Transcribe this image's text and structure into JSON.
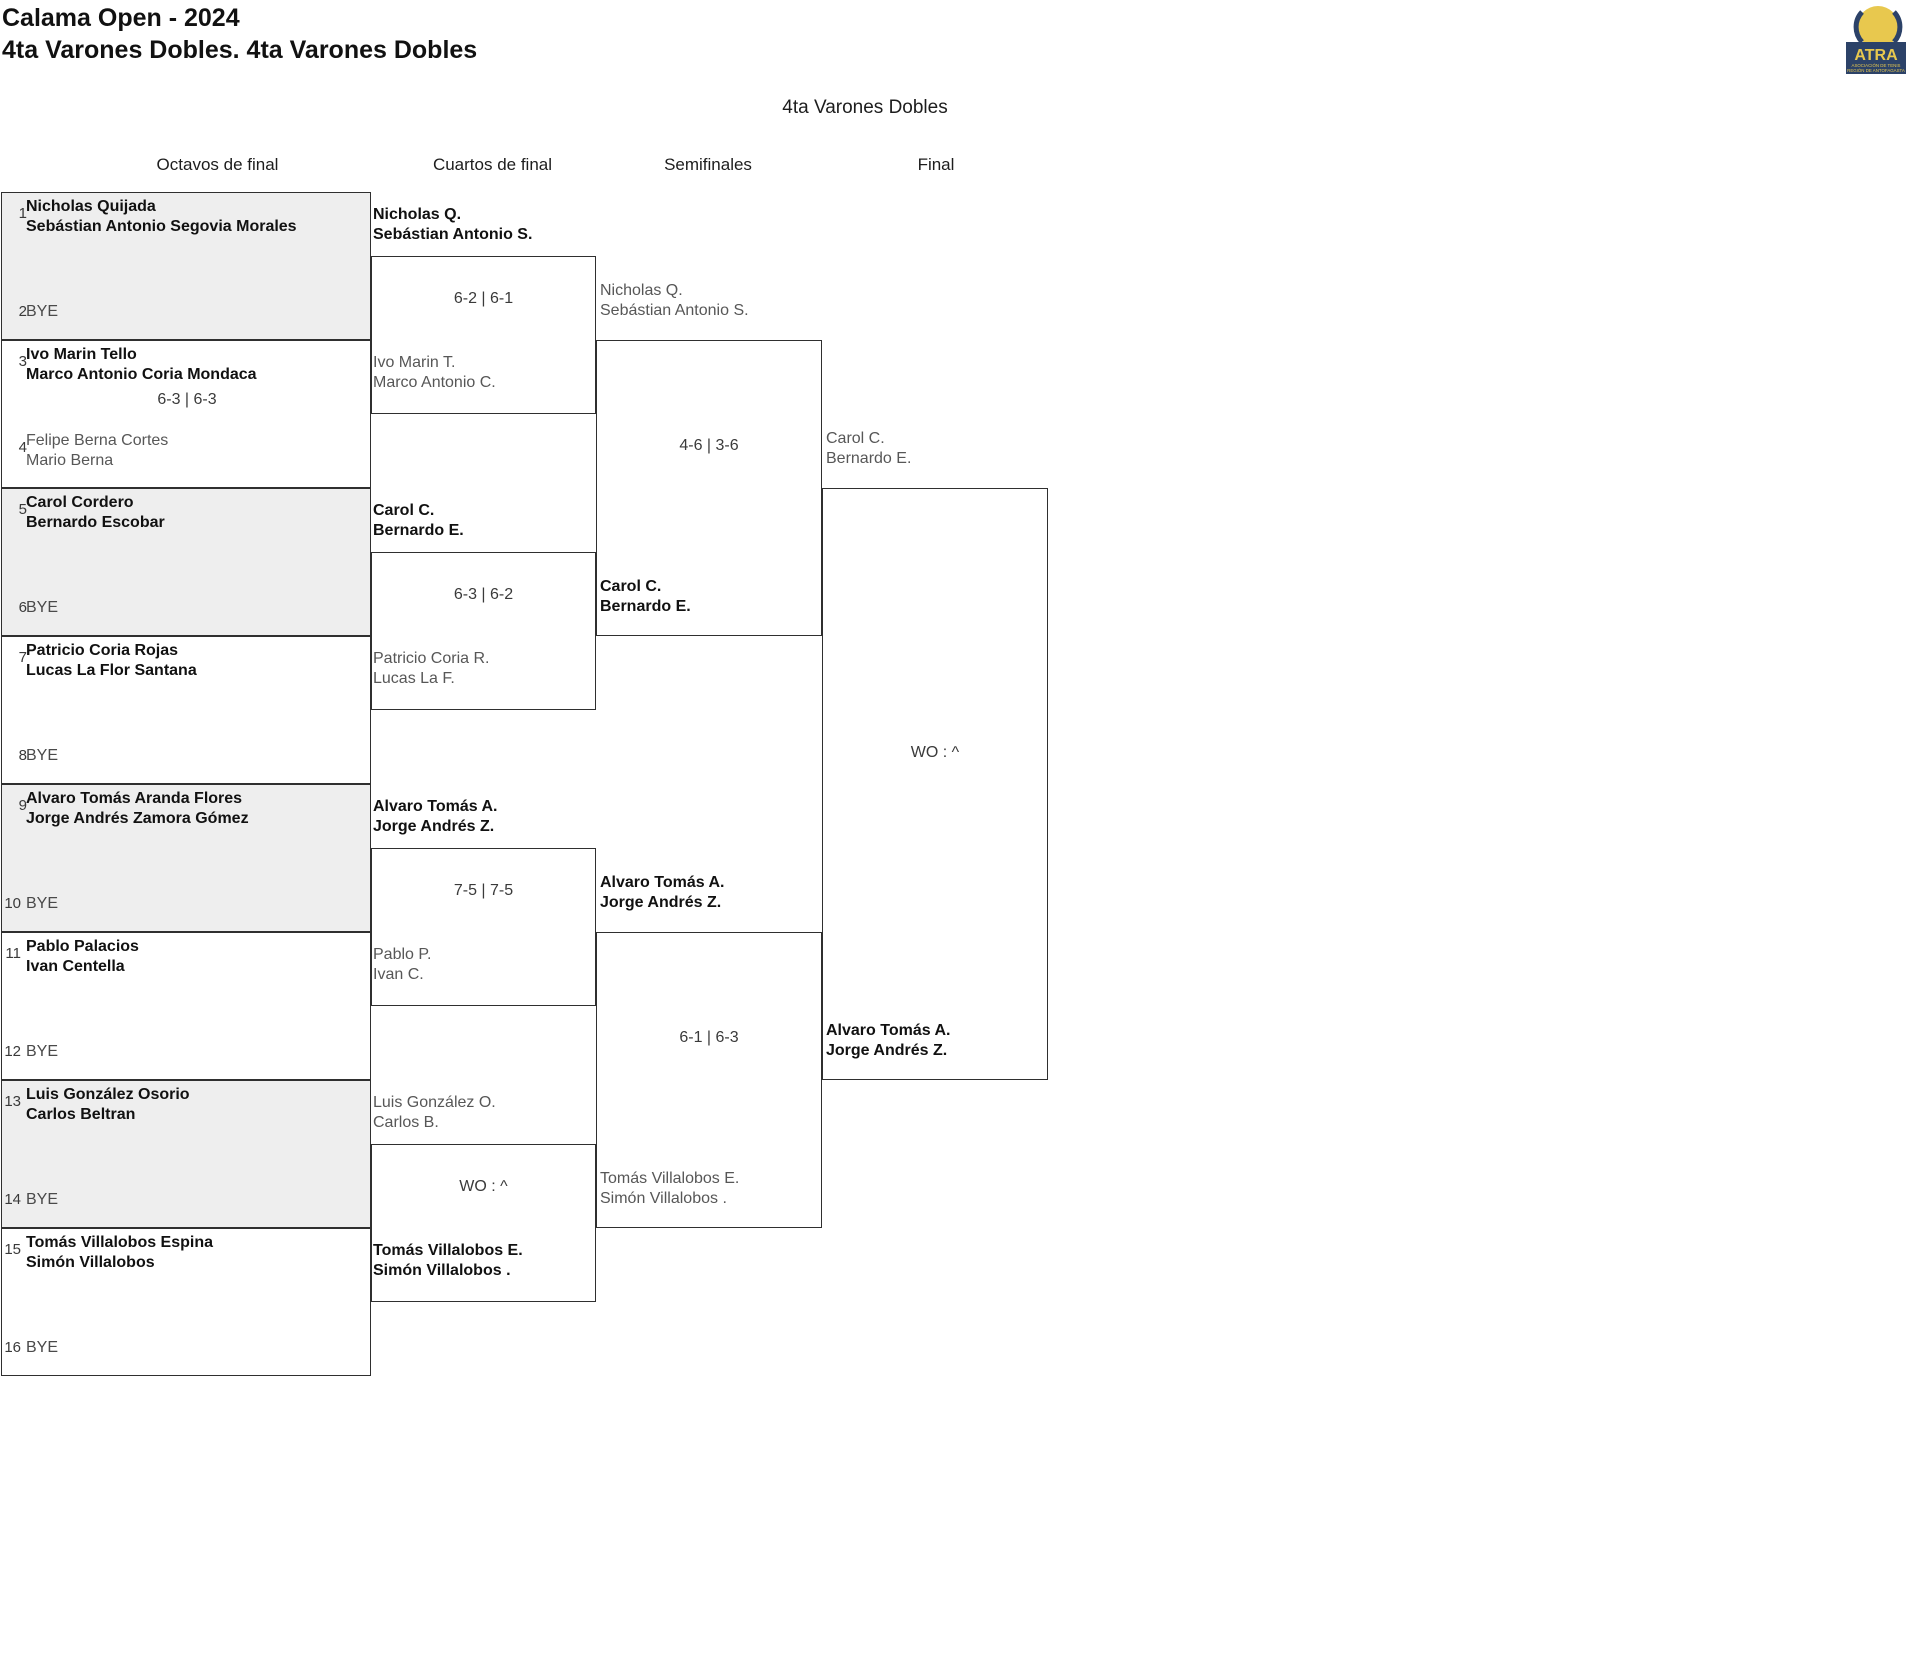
{
  "header": {
    "tournament": "Calama Open - 2024",
    "category_line": "4ta Varones Dobles. 4ta Varones Dobles",
    "draw_title": "4ta Varones Dobles",
    "logo": {
      "name": "atra-logo",
      "acronym": "ATRA",
      "line1": "ASOCIACIÓN DE TENIS",
      "line2": "REGIÓN DE ANTOFAGASTA",
      "ball_color": "#e8c84e",
      "navy_color": "#2c4268"
    }
  },
  "rounds": [
    {
      "label": "Octavos de final"
    },
    {
      "label": "Cuartos de final"
    },
    {
      "label": "Semifinales"
    },
    {
      "label": "Final"
    }
  ],
  "r16": [
    {
      "seed": "1",
      "p1": "Nicholas Quijada",
      "p2": "Sebástian Antonio Segovia Morales",
      "state": "win"
    },
    {
      "seed": "2",
      "bye": "BYE"
    },
    {
      "seed": "3",
      "p1": "Ivo Marin Tello",
      "p2": "Marco Antonio Coria Mondaca",
      "state": "win"
    },
    {
      "seed": "4",
      "p1": "Felipe Berna Cortes",
      "p2": "Mario Berna",
      "state": "lose"
    },
    {
      "seed": "5",
      "p1": "Carol Cordero",
      "p2": "Bernardo Escobar",
      "state": "win"
    },
    {
      "seed": "6",
      "bye": "BYE"
    },
    {
      "seed": "7",
      "p1": "Patricio Coria Rojas",
      "p2": "Lucas La Flor Santana",
      "state": "win"
    },
    {
      "seed": "8",
      "bye": "BYE"
    },
    {
      "seed": "9",
      "p1": "Alvaro Tomás Aranda Flores",
      "p2": "Jorge Andrés Zamora Gómez",
      "state": "win"
    },
    {
      "seed": "10",
      "bye": "BYE"
    },
    {
      "seed": "11",
      "p1": "Pablo Palacios",
      "p2": "Ivan Centella",
      "state": "win"
    },
    {
      "seed": "12",
      "bye": "BYE"
    },
    {
      "seed": "13",
      "p1": "Luis González Osorio",
      "p2": "Carlos Beltran",
      "state": "win"
    },
    {
      "seed": "14",
      "bye": "BYE"
    },
    {
      "seed": "15",
      "p1": "Tomás Villalobos Espina",
      "p2": "Simón Villalobos",
      "state": "win"
    },
    {
      "seed": "16",
      "bye": "BYE"
    }
  ],
  "r16_scores": [
    {
      "value": ""
    },
    {
      "value": "6-3 | 6-3"
    },
    {
      "value": ""
    },
    {
      "value": ""
    },
    {
      "value": ""
    },
    {
      "value": ""
    },
    {
      "value": ""
    },
    {
      "value": ""
    }
  ],
  "qf": [
    {
      "p1": "Nicholas Q.",
      "p2": "Sebástian Antonio S.",
      "state": "win"
    },
    {
      "p1": "Ivo Marin T.",
      "p2": "Marco Antonio C.",
      "state": "lose"
    },
    {
      "p1": "Carol C.",
      "p2": "Bernardo E.",
      "state": "win"
    },
    {
      "p1": "Patricio Coria R.",
      "p2": "Lucas La F.",
      "state": "lose"
    },
    {
      "p1": "Alvaro Tomás A.",
      "p2": "Jorge Andrés Z.",
      "state": "win"
    },
    {
      "p1": "Pablo P.",
      "p2": "Ivan C.",
      "state": "lose"
    },
    {
      "p1": "Luis González O.",
      "p2": "Carlos B.",
      "state": "lose"
    },
    {
      "p1": "Tomás Villalobos E.",
      "p2": "Simón Villalobos .",
      "state": "win"
    }
  ],
  "qf_scores": [
    {
      "value": "6-2 | 6-1"
    },
    {
      "value": "6-3 | 6-2"
    },
    {
      "value": "7-5 | 7-5"
    },
    {
      "value": "WO : ^"
    }
  ],
  "sf": [
    {
      "p1": "Nicholas Q.",
      "p2": "Sebástian Antonio S.",
      "state": "lose"
    },
    {
      "p1": "Carol C.",
      "p2": "Bernardo E.",
      "state": "win"
    },
    {
      "p1": "Alvaro Tomás A.",
      "p2": "Jorge Andrés Z.",
      "state": "win"
    },
    {
      "p1": "Tomás Villalobos E.",
      "p2": "Simón Villalobos .",
      "state": "lose"
    }
  ],
  "sf_scores": [
    {
      "value": "4-6 | 3-6"
    },
    {
      "value": "6-1 | 6-3"
    }
  ],
  "final": [
    {
      "p1": "Carol C.",
      "p2": "Bernardo E.",
      "state": "lose"
    },
    {
      "p1": "Alvaro Tomás A.",
      "p2": "Jorge Andrés Z.",
      "state": "win"
    }
  ],
  "final_scores": [
    {
      "value": "WO : ^"
    }
  ]
}
